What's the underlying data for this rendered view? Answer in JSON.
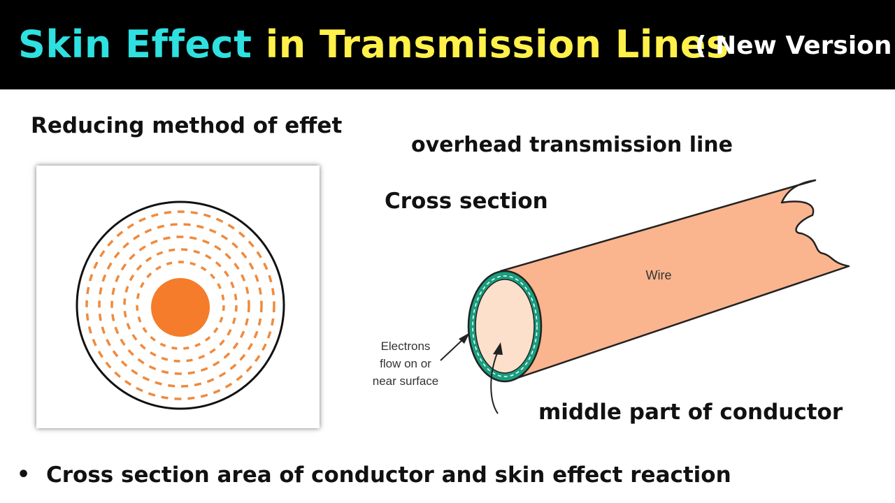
{
  "banner": {
    "title_part1": "Skin Effect",
    "title_part2": "in Transmission Lines",
    "tag": "( New Version )",
    "colors": {
      "part1": "#2ee0e0",
      "part2": "#fff14a",
      "background": "#000000"
    }
  },
  "headings": {
    "reducing": "Reducing method of effet",
    "overhead": "overhead transmission line",
    "cross_section": "Cross section",
    "middle_part": "middle part of conductor"
  },
  "wire_diagram": {
    "wire_label": "Wire",
    "electrons_label_lines": [
      "Electrons",
      "flow on or",
      "near surface"
    ],
    "colors": {
      "wire": "#fab48e",
      "end_face": "#fde0cc",
      "surface_ring": "#1a9e7e"
    }
  },
  "cross_section_diagram": {
    "colors": {
      "core": "#f47c2a",
      "dashes": "#f08a3c",
      "outline": "#111111"
    }
  },
  "bullets": [
    "Cross section area of conductor and skin effect reaction"
  ]
}
